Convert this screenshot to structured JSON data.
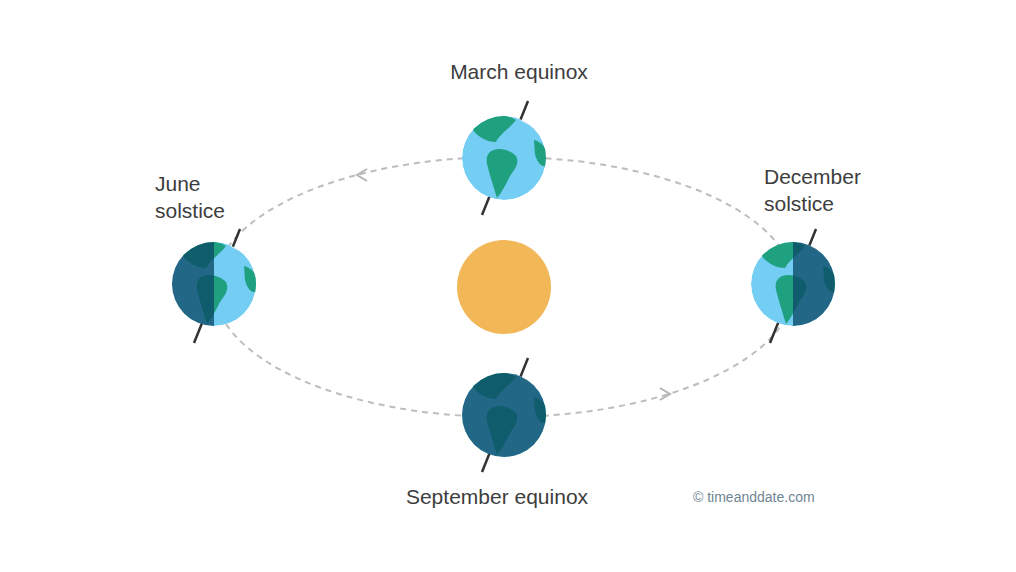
{
  "diagram": {
    "labels": [
      "March equinox",
      "June solstice",
      "December solstice",
      "September equinox",
      "© timeanddate.com"
    ]
  }
}
